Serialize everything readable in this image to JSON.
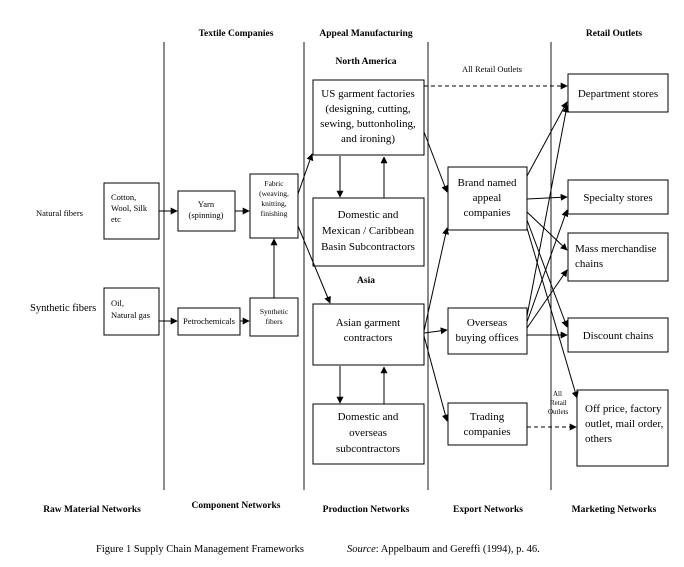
{
  "headers": {
    "textile": "Textile Companies",
    "apparel": "Appeal Manufacturing",
    "retail": "Retail Outlets",
    "north_america": "North America",
    "asia": "Asia"
  },
  "row_labels": {
    "natural": "Natural fibers",
    "synthetic": "Synthetic fibers"
  },
  "boxes": {
    "cotton": [
      "Cotton,",
      "Wool, Silk",
      "etc"
    ],
    "oil": [
      "Oil,",
      "Natural gas"
    ],
    "yarn": [
      "Yarn",
      "(spinning)"
    ],
    "petro": [
      "Petrochemicals"
    ],
    "fabric": [
      "Fabric",
      "(weaving,",
      "knitting,",
      "finishing"
    ],
    "synfib": [
      "Synthetic",
      "fibers"
    ],
    "us_factories": [
      "US garment factories",
      "(designing, cutting,",
      "sewing, buttonholing,",
      "and ironing)"
    ],
    "dom_mex": [
      "Domestic and",
      "Mexican / Caribbean",
      "Basin Subcontractors"
    ],
    "asian": [
      "Asian garment",
      "contractors"
    ],
    "dom_overseas": [
      "Domestic and",
      "overseas",
      "subcontractors"
    ],
    "brand": [
      "Brand named",
      "appeal",
      "companies"
    ],
    "overseas_buying": [
      "Overseas",
      "buying offices"
    ],
    "trading": [
      "Trading",
      "companies"
    ],
    "dept": [
      "Department stores"
    ],
    "specialty": [
      "Specialty stores"
    ],
    "mass": [
      "Mass merchandise",
      "chains"
    ],
    "discount": [
      "Discount chains"
    ],
    "offprice": [
      "Off price, factory",
      "outlet, mail order,",
      "others"
    ]
  },
  "annotations": {
    "all_retail_top": "All Retail Outlets",
    "all_retail_side": [
      "All",
      "Retail",
      "Outlets"
    ]
  },
  "footers": {
    "raw": "Raw Material Networks",
    "component": "Component Networks",
    "production": "Production Networks",
    "export": "Export Networks",
    "marketing": "Marketing Networks"
  },
  "caption": {
    "figure": "Figure 1 Supply Chain Management Frameworks",
    "source_label": "Source",
    "source_text": ": Appelbaum and Gereffi (1994), p. 46."
  }
}
